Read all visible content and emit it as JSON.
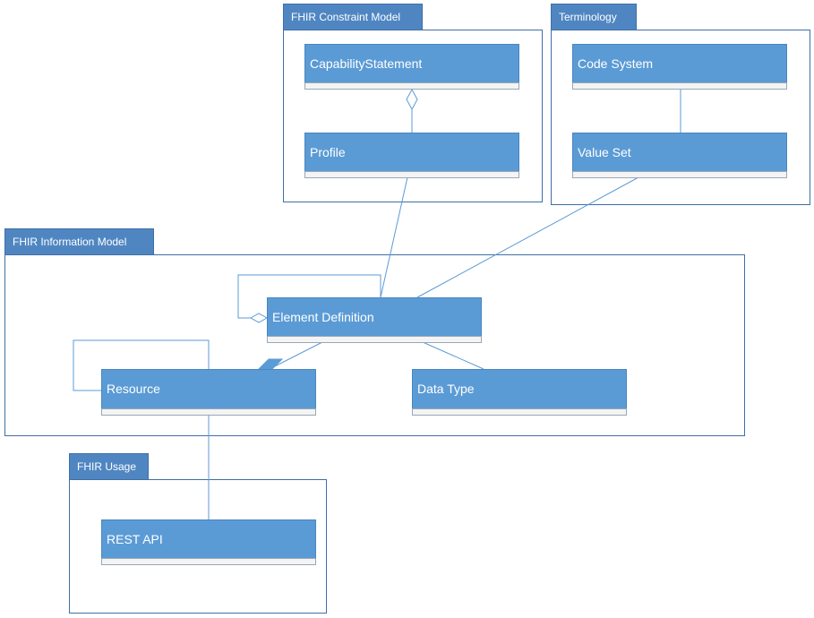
{
  "packages": {
    "constraint": {
      "title": "FHIR Constraint Model"
    },
    "terminology": {
      "title": "Terminology"
    },
    "information": {
      "title": "FHIR Information Model"
    },
    "usage": {
      "title": "FHIR Usage"
    }
  },
  "classes": {
    "capability_statement": "CapabilityStatement",
    "profile": "Profile",
    "code_system": "Code System",
    "value_set": "Value Set",
    "element_definition": "Element Definition",
    "resource": "Resource",
    "data_type": "Data Type",
    "rest_api": "REST API"
  },
  "colors": {
    "class_fill": "#5b9bd5",
    "package_tab": "#4f86c2",
    "line": "#5b9bd5",
    "frame": "#3f6fa6"
  }
}
